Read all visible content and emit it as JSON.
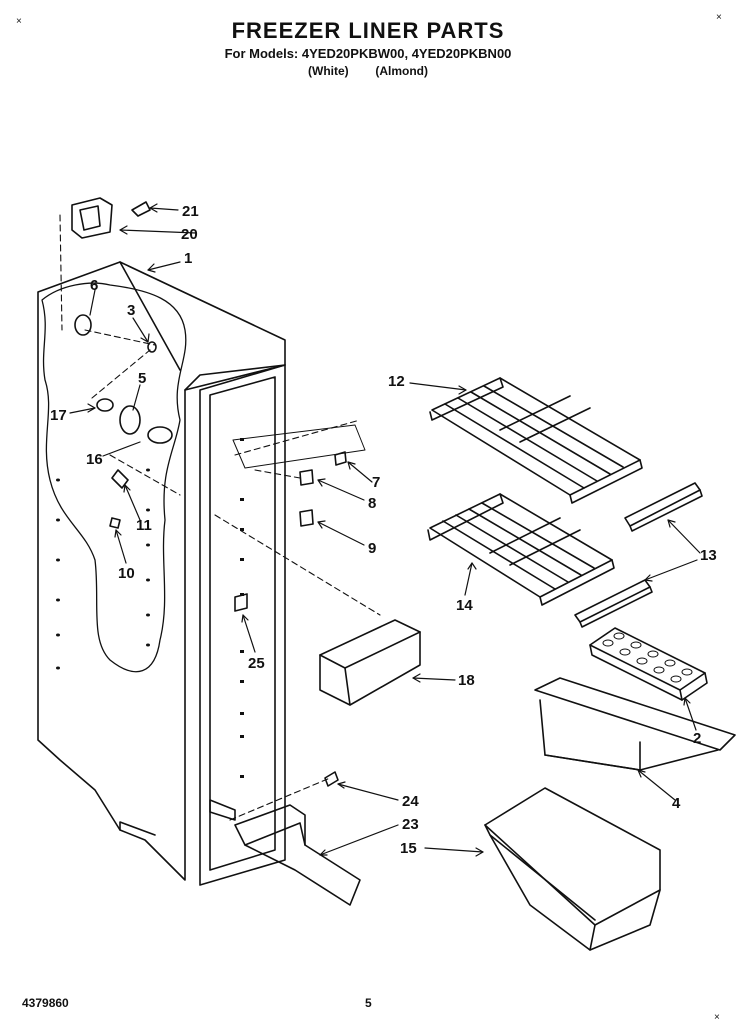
{
  "header": {
    "title": "FREEZER LINER PARTS",
    "subtitle": "For Models: 4YED20PKBW00, 4YED20PKBN00",
    "variants": "(White)        (Almond)"
  },
  "corners": {
    "top_left": "×",
    "top_right": "×",
    "bottom_right": "×"
  },
  "footer": {
    "doc_number": "4379860",
    "page": "5"
  },
  "callouts": {
    "c1": "1",
    "c2": "2",
    "c3": "3",
    "c4": "4",
    "c5": "5",
    "c6": "6",
    "c7": "7",
    "c8": "8",
    "c9": "9",
    "c10": "10",
    "c11": "11",
    "c12": "12",
    "c13": "13",
    "c14": "14",
    "c15": "15",
    "c16": "16",
    "c17": "17",
    "c18": "18",
    "c20": "20",
    "c21": "21",
    "c23": "23",
    "c24": "24",
    "c25": "25"
  }
}
